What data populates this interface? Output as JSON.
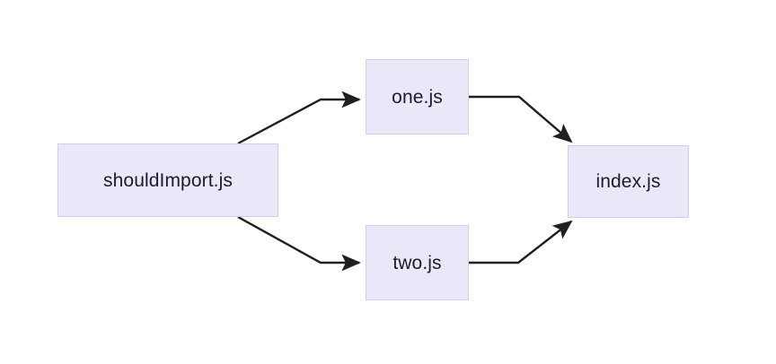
{
  "diagram": {
    "type": "flowchart",
    "direction": "left-to-right",
    "background_color": "#ffffff",
    "node_fill_color": "#e9e8f9",
    "node_border_color": "#cfcdee",
    "node_text_color": "#1b1b2c",
    "edge_color": "#1f1f20",
    "nodes": [
      {
        "id": "shouldImport",
        "label": "shouldImport.js"
      },
      {
        "id": "one",
        "label": "one.js"
      },
      {
        "id": "two",
        "label": "two.js"
      },
      {
        "id": "index",
        "label": "index.js"
      }
    ],
    "edges": [
      {
        "from": "shouldImport",
        "to": "one",
        "arrow": "one-way"
      },
      {
        "from": "shouldImport",
        "to": "two",
        "arrow": "one-way"
      },
      {
        "from": "one",
        "to": "index",
        "arrow": "one-way"
      },
      {
        "from": "two",
        "to": "index",
        "arrow": "one-way"
      }
    ]
  }
}
